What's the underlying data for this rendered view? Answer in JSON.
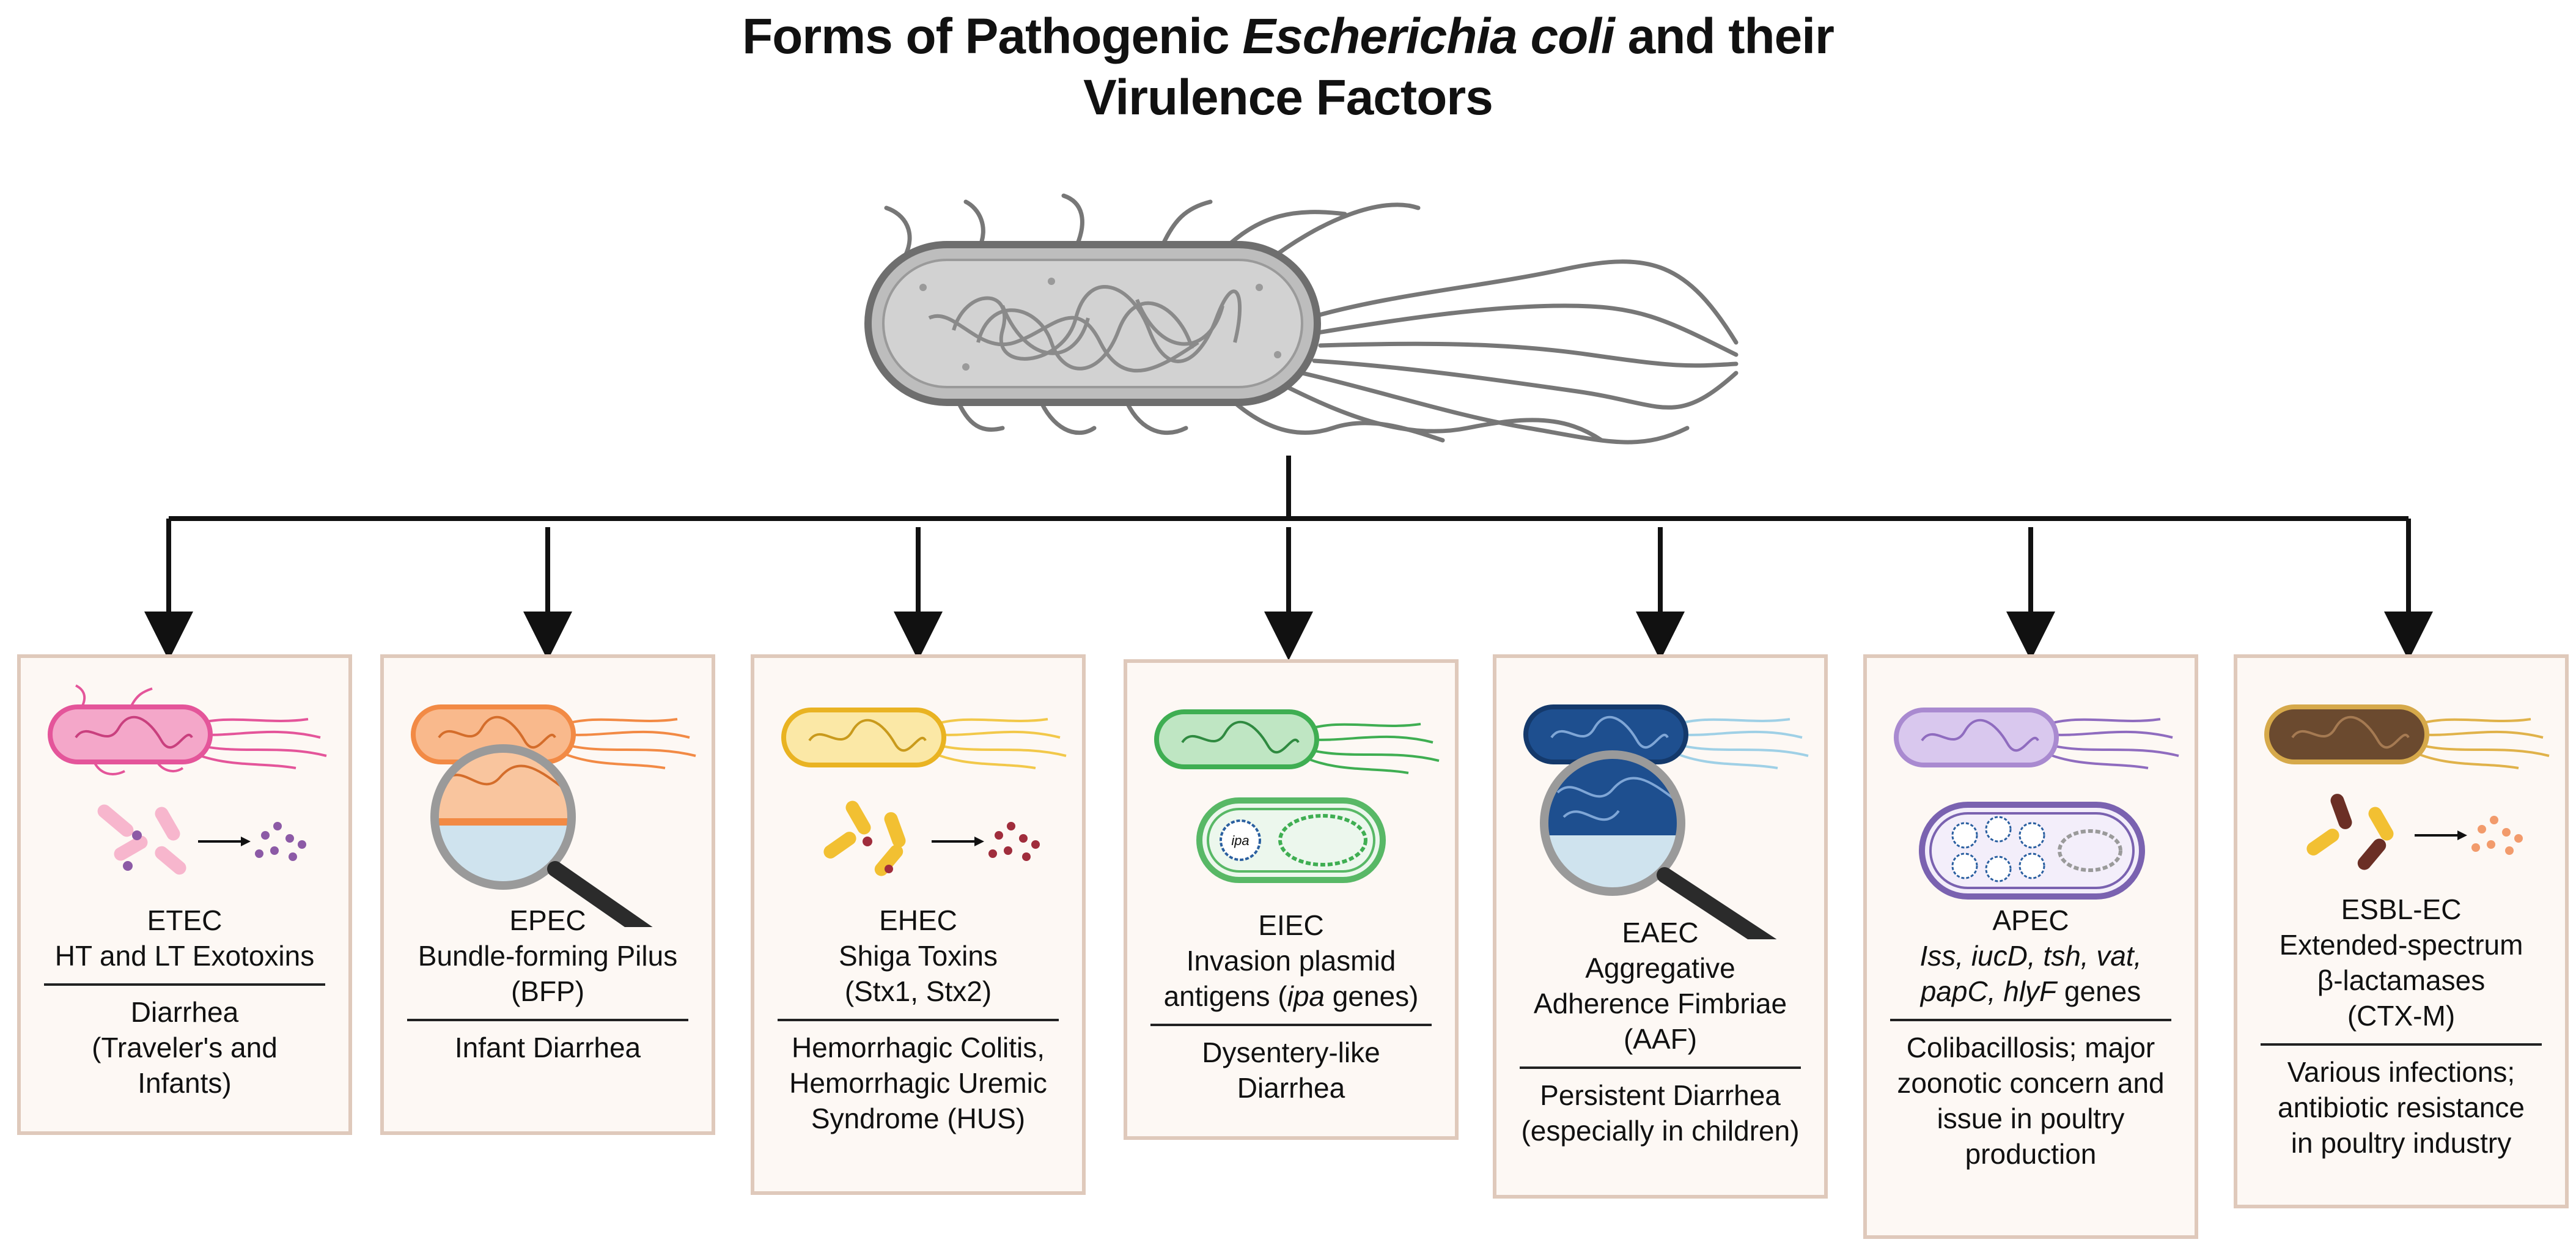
{
  "title": {
    "part1": "Forms of Pathogenic ",
    "italic": "Escherichia coli",
    "part2": " and their",
    "line2": "Virulence Factors"
  },
  "colors": {
    "etec": "#e4559a",
    "epec": "#f28a45",
    "ehec": "#f2c84a",
    "eiec": "#3fae52",
    "eaec": "#1e4f8f",
    "apec": "#a98ad0",
    "esbl": "#6b4a2f",
    "card_border": "#dfc9bb",
    "card_fill": "#fdf8f4"
  },
  "cards": {
    "etec": {
      "name": "ETEC",
      "factor1": "HT and LT Exotoxins",
      "disease1": "Diarrhea",
      "disease2": "(Traveler's and",
      "disease3": "Infants)"
    },
    "epec": {
      "name": "EPEC",
      "factor1": "Bundle-forming Pilus",
      "factor2": "(BFP)",
      "disease1": "Infant Diarrhea"
    },
    "ehec": {
      "name": "EHEC",
      "factor1": "Shiga Toxins",
      "factor2": "(Stx1, Stx2)",
      "disease1": "Hemorrhagic Colitis,",
      "disease2": "Hemorrhagic Uremic",
      "disease3": "Syndrome (HUS)"
    },
    "eiec": {
      "name": "EIEC",
      "factor1": "Invasion plasmid",
      "factor2a": "antigens (",
      "factor2b": "ipa",
      "factor2c": " genes)",
      "plasmid_label": "ipa",
      "disease1": "Dysentery-like",
      "disease2": "Diarrhea"
    },
    "eaec": {
      "name": "EAEC",
      "factor1": "Aggregative",
      "factor2": "Adherence Fimbriae",
      "factor3": "(AAF)",
      "disease1": "Persistent Diarrhea",
      "disease2": "(especially in children)"
    },
    "apec": {
      "name": "APEC",
      "factor1": "Iss, iucD, tsh, vat,",
      "factor2a": "papC, hlyF",
      "factor2b": " genes",
      "disease1": "Colibacillosis; major",
      "disease2": "zoonotic concern and",
      "disease3": "issue in poultry",
      "disease4": "production"
    },
    "esbl": {
      "name": "ESBL-EC",
      "factor1": "Extended-spectrum",
      "factor2": "β-lactamases",
      "factor3": "(CTX-M)",
      "disease1": "Various infections;",
      "disease2": "antibiotic resistance",
      "disease3": "in poultry industry"
    }
  }
}
